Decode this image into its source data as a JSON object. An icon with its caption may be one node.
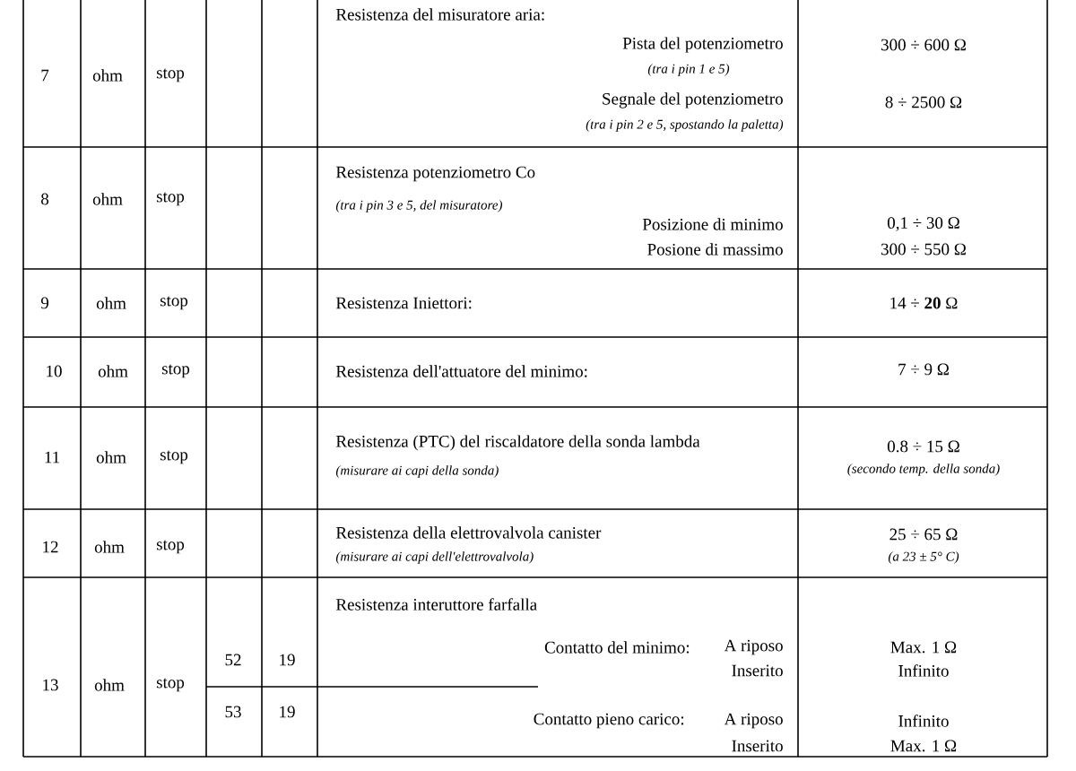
{
  "diagram": {
    "labels": [
      "7",
      "ohm",
      "stop",
      "Resistenza del misuratore aria:",
      "Pista del potenziometro",
      "(tra i pin 1 e 5)",
      "300 ÷ 600 Ω",
      "Segnale del potenziometro",
      "(tra i pin 2 e 5, spostando la paletta)",
      "8 ÷ 2500 Ω",
      "8",
      "ohm",
      "stop",
      "Resistenza potenziometro Co",
      "(tra i pin 3 e 5, del misuratore)",
      "Posizione di minimo",
      "0,1 ÷ 30 Ω",
      "Posione di massimo",
      "300 ÷ 550 Ω",
      "9",
      "ohm",
      "stop",
      "Resistenza Iniettori:",
      "14 ÷ **20** Ω",
      "10",
      "ohm",
      "stop",
      "Resistenza dell'attuatore del minimo:",
      "7 ÷ 9 Ω",
      "11",
      "ohm",
      "stop",
      "Resistenza (PTC) del riscaldatore della sonda lambda",
      "(misurare ai capi della sonda)",
      "0.8 ÷ 15 Ω",
      "(secondo temp. della sonda)",
      "12",
      "ohm",
      "stop",
      "Resistenza della elettrovalvola canister",
      "(misurare ai capi dell'elettrovalvola)",
      "25 ÷ 65 Ω",
      "(a 23 ± 5° C)",
      "13",
      "ohm",
      "stop",
      "Resistenza interuttore farfalla",
      "52",
      "19",
      "Contatto del minimo:",
      "A riposo",
      "Max. 1 Ω",
      "Inserito",
      "Infinito",
      "53",
      "19",
      "Contatto pieno carico:",
      "A riposo",
      "Infinito",
      "Inserito",
      "Max. 1 Ω"
    ]
  }
}
